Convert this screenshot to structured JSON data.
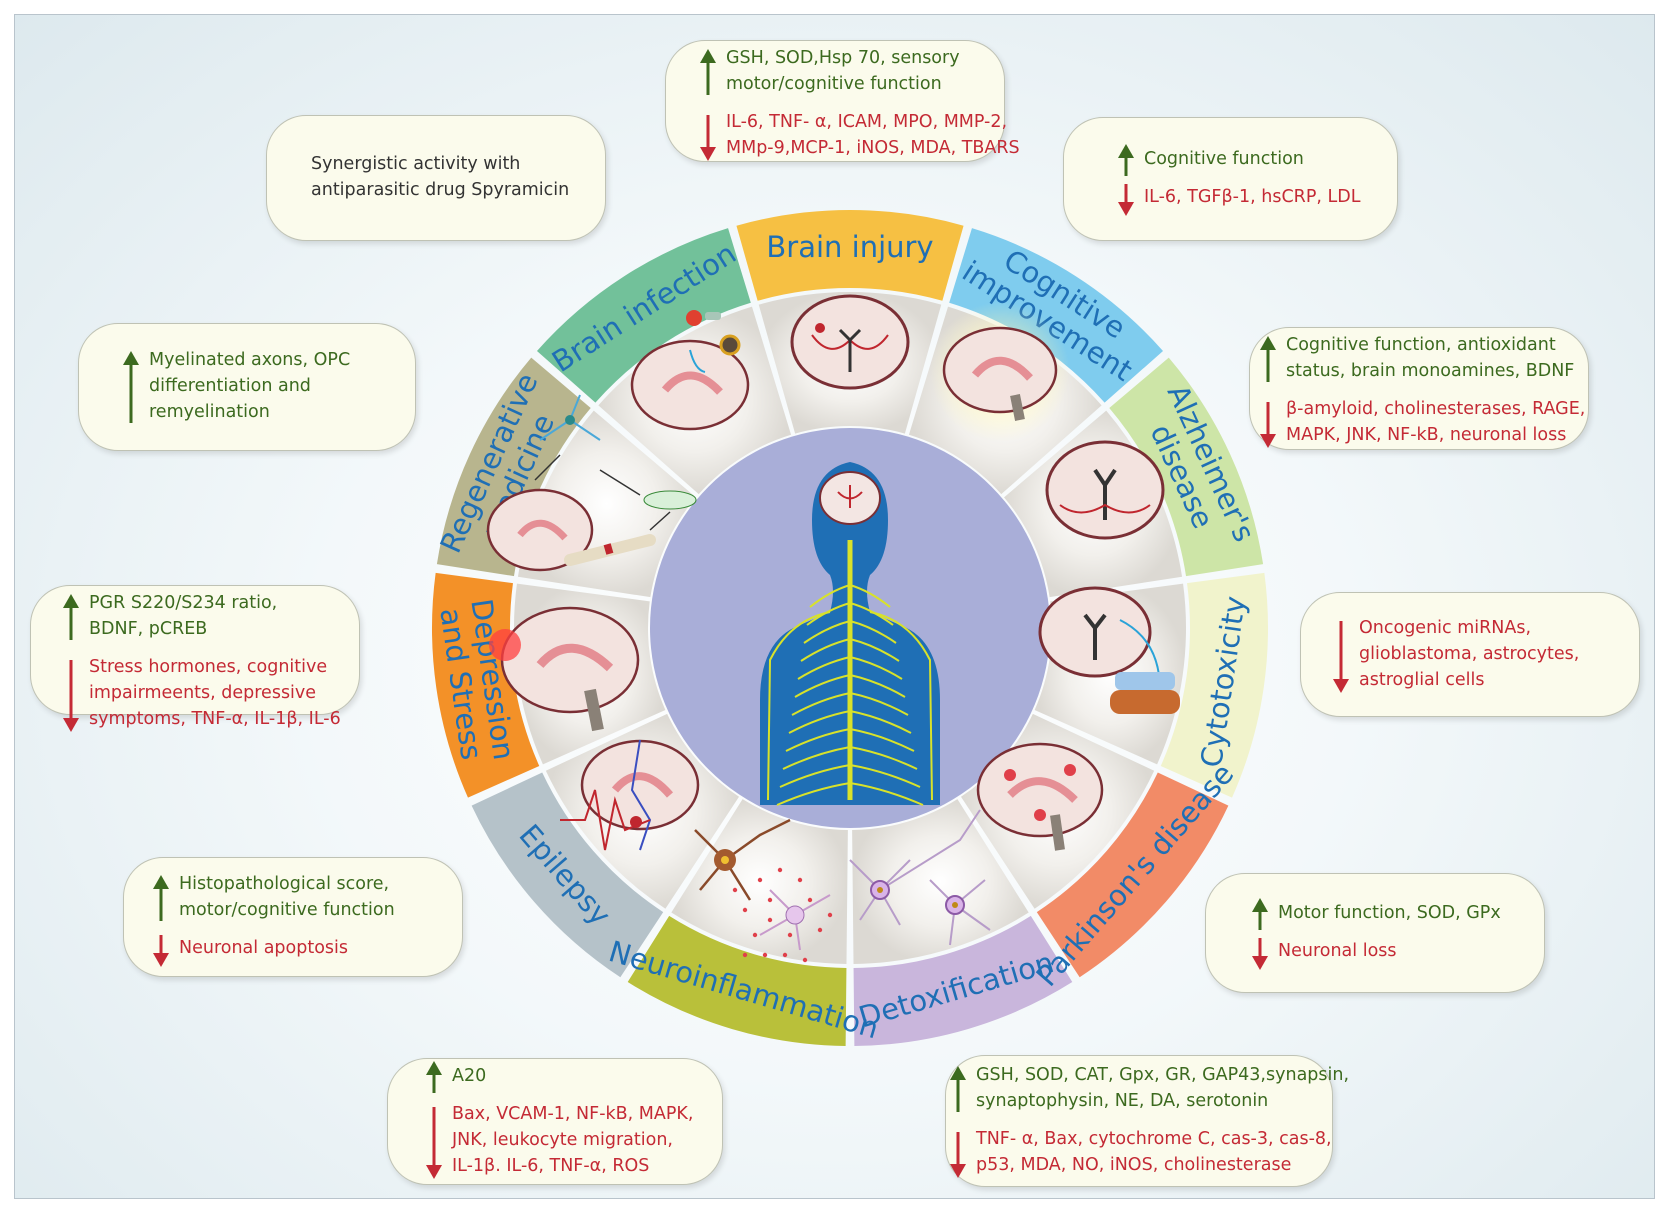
{
  "segments": [
    {
      "key": "brain_injury",
      "label": "Brain injury",
      "lines": [
        "Brain injury"
      ],
      "color": "#f6c043",
      "text_color": "#1f6fb5"
    },
    {
      "key": "cognitive",
      "label": "Cognitive improvement",
      "lines": [
        "Cognitive",
        "improvement"
      ],
      "color": "#7fccee",
      "text_color": "#1f6fb5"
    },
    {
      "key": "alzheimers",
      "label": "Alzheimer's disease",
      "lines": [
        "Alzheimer's",
        "disease"
      ],
      "color": "#cde5a7",
      "text_color": "#1f6fb5"
    },
    {
      "key": "cytotoxicity",
      "label": "Cytotoxicity",
      "lines": [
        "Cytotoxicity"
      ],
      "color": "#f1f3cc",
      "text_color": "#1f6fb5"
    },
    {
      "key": "parkinsons",
      "label": "Parkinson's disease",
      "lines": [
        "Parkinson's disease"
      ],
      "color": "#f28b67",
      "text_color": "#1f6fb5"
    },
    {
      "key": "detox",
      "label": "Detoxification",
      "lines": [
        "Detoxification"
      ],
      "color": "#c9b6dc",
      "text_color": "#1f6fb5"
    },
    {
      "key": "neuroinflammation",
      "label": "Neuroinflammation",
      "lines": [
        "Neuroinflammation"
      ],
      "color": "#b9c03a",
      "text_color": "#1f6fb5"
    },
    {
      "key": "epilepsy",
      "label": "Epilepsy",
      "lines": [
        "Epilepsy"
      ],
      "color": "#b5c2c9",
      "text_color": "#1f6fb5"
    },
    {
      "key": "depression",
      "label": "Depression and Stress",
      "lines": [
        "Depression",
        "and Stress"
      ],
      "color": "#f39128",
      "text_color": "#1f6fb5"
    },
    {
      "key": "regenerative",
      "label": "Regenerative medicine",
      "lines": [
        "Regenerative",
        "medicine"
      ],
      "color": "#b8b58e",
      "text_color": "#1f6fb5"
    },
    {
      "key": "brain_infection",
      "label": "Brain infection",
      "lines": [
        "Brain infection"
      ],
      "color": "#72c19a",
      "text_color": "#1f6fb5"
    }
  ],
  "boxes": {
    "brain_injury": {
      "up": [
        "GSH, SOD,Hsp 70,  sensory",
        "motor/cognitive function"
      ],
      "down": [
        "IL-6, TNF- α, ICAM, MPO, MMP-2,",
        "MMp-9,MCP-1, iNOS, MDA, TBARS"
      ]
    },
    "cognitive": {
      "up": [
        "Cognitive function"
      ],
      "down": [
        "IL-6, TGFβ-1, hsCRP, LDL"
      ]
    },
    "alzheimers": {
      "up": [
        "Cognitive function, antioxidant",
        "status, brain monoamines, BDNF"
      ],
      "down": [
        "β-amyloid, cholinesterases, RAGE,",
        "MAPK, JNK, NF-kB, neuronal loss"
      ]
    },
    "cytotoxicity": {
      "down": [
        "Oncogenic miRNAs,",
        "glioblastoma, astrocytes,",
        "astroglial cells"
      ]
    },
    "parkinsons": {
      "up": [
        "Motor function, SOD, GPx"
      ],
      "down": [
        "Neuronal loss"
      ]
    },
    "detox": {
      "up": [
        "GSH, SOD, CAT, Gpx, GR, GAP43,synapsin,",
        "synaptophysin, NE, DA, serotonin"
      ],
      "down": [
        "TNF- α, Bax, cytochrome C, cas-3, cas-8,",
        "p53, MDA, NO, iNOS, cholinesterase"
      ]
    },
    "neuroinflammation": {
      "up": [
        "A20"
      ],
      "down": [
        "Bax, VCAM-1, NF-kB, MAPK,",
        "JNK, leukocyte migration,",
        "IL-1β. IL-6, TNF-α, ROS"
      ]
    },
    "epilepsy": {
      "up": [
        "Histopathological score,",
        "motor/cognitive function"
      ],
      "down": [
        "Neuronal apoptosis"
      ]
    },
    "depression": {
      "up": [
        "PGR S220/S234 ratio,",
        "BDNF, pCREB"
      ],
      "down": [
        "Stress hormones, cognitive",
        "impairmeents, depressive",
        "symptoms, TNF-α, IL-1β, IL-6"
      ]
    },
    "regenerative": {
      "up": [
        "Myelinated axons, OPC",
        "differentiation and",
        "remyelination"
      ]
    },
    "brain_infection": {
      "text": [
        "Synergistic activity with",
        "antiparasitic drug Spyramicin"
      ]
    }
  },
  "colors": {
    "up_arrow": "#3c6a1f",
    "down_arrow": "#c42a35",
    "center_circle": "#a9aed8",
    "body": "#1f6fb5",
    "nerves": "#d8e22a"
  }
}
